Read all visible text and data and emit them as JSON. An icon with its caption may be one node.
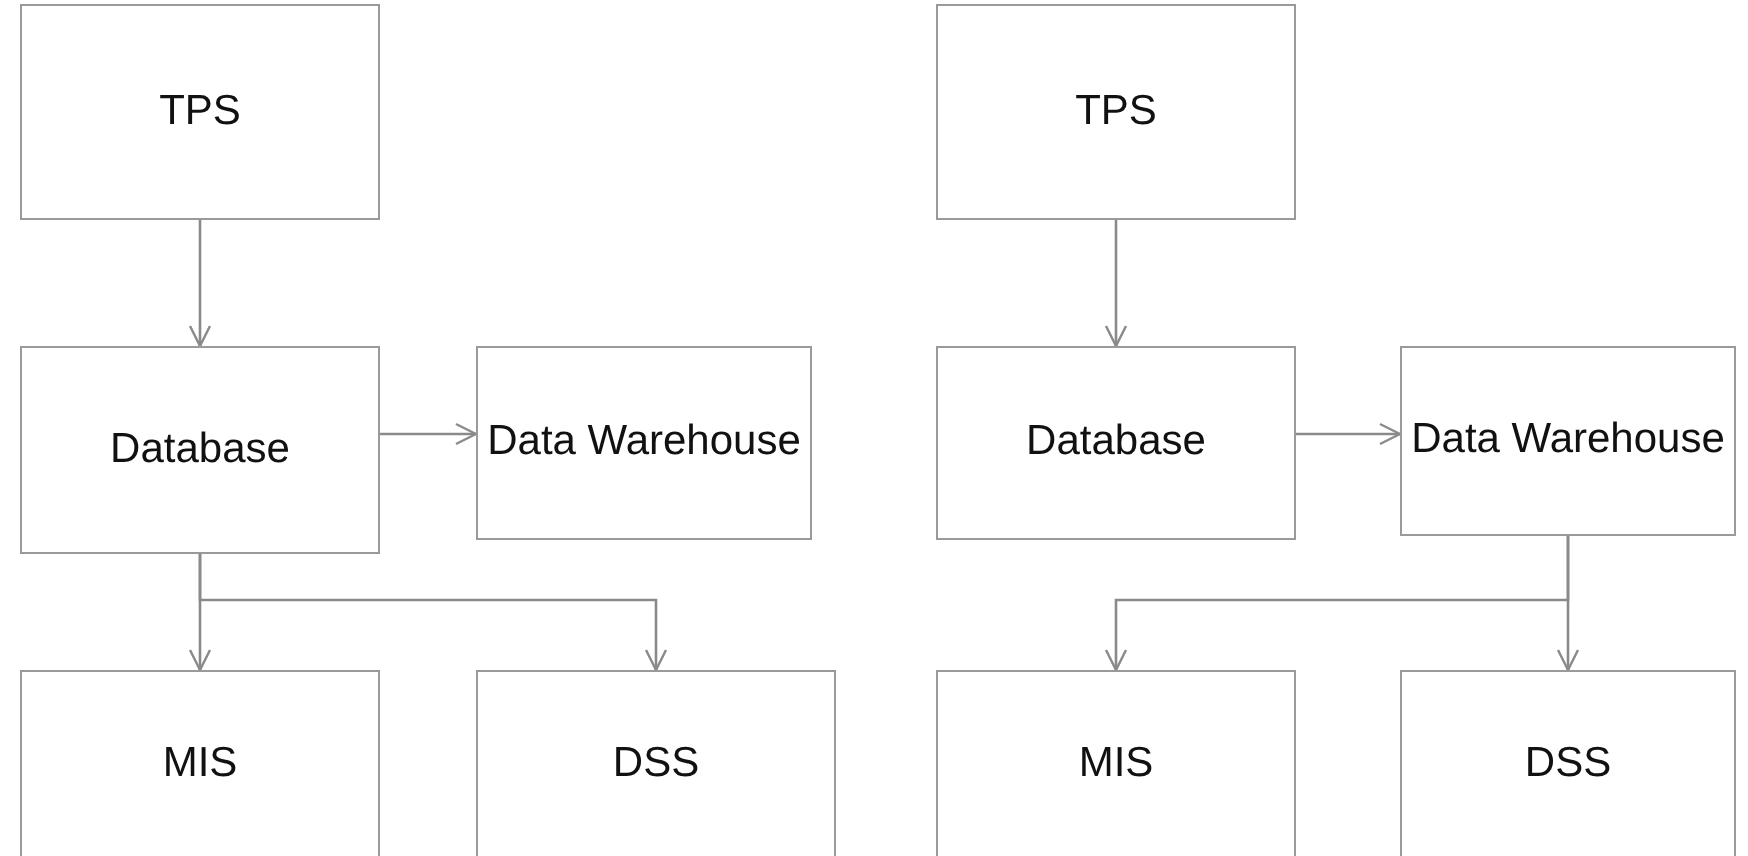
{
  "diagram": {
    "nodes": [
      {
        "text": [
          "TPS"
        ]
      },
      {
        "text": [
          "Database"
        ]
      },
      {
        "text": [
          "Data Warehouse"
        ]
      },
      {
        "text": [
          "MIS"
        ]
      },
      {
        "text": [
          "DSS"
        ]
      },
      {
        "text": [
          "TPS"
        ]
      },
      {
        "text": [
          "Database"
        ]
      },
      {
        "text": [
          "Data Warehouse"
        ]
      },
      {
        "text": [
          "MIS"
        ]
      },
      {
        "text": [
          "DSS"
        ]
      }
    ],
    "edges": [
      {
        "from": 0,
        "to": 1,
        "arrow": "to"
      },
      {
        "from": 1,
        "to": 2,
        "arrow": "to"
      },
      {
        "from": 1,
        "to": 3,
        "arrow": "to"
      },
      {
        "from": 1,
        "to": 4,
        "arrow": "to"
      },
      {
        "from": 5,
        "to": 6,
        "arrow": "to"
      },
      {
        "from": 6,
        "to": 7,
        "arrow": "to"
      },
      {
        "from": 7,
        "to": 8,
        "arrow": "to"
      },
      {
        "from": 7,
        "to": 9,
        "arrow": "to"
      }
    ]
  }
}
